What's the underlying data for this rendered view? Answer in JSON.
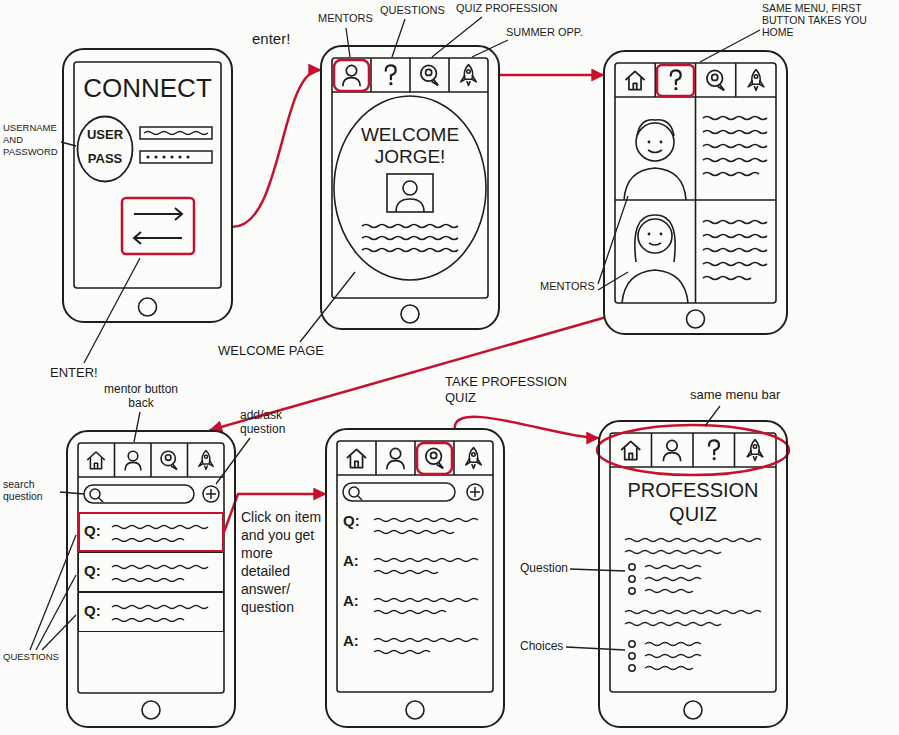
{
  "diagram": {
    "nodes": [
      {
        "text": [
          "CONNECT"
        ]
      },
      {
        "text": [
          "USER",
          "PASS"
        ],
        "in": 0
      },
      {
        "text": [
          "WELCOME JORGE!"
        ]
      },
      {
        "text": []
      },
      {
        "text": []
      },
      {
        "text": [
          "Q:"
        ],
        "in": 4
      },
      {
        "text": [
          "Q:"
        ],
        "in": 4
      },
      {
        "text": [
          "Q:"
        ],
        "in": 4
      },
      {
        "text": [
          "Q:",
          "A:",
          "A:",
          "A:"
        ]
      },
      {
        "text": [
          "PROFESSION QUIZ"
        ]
      }
    ],
    "edges": [
      {
        "from": 0,
        "to": 2,
        "arrow": "to",
        "label": "enter!"
      },
      {
        "from": 2,
        "to": 3,
        "arrow": "to"
      },
      {
        "from": 3,
        "to": 4,
        "arrow": "to"
      },
      {
        "from": 5,
        "to": 8,
        "arrow": "to"
      },
      {
        "from": 8,
        "to": 9,
        "arrow": "to"
      }
    ],
    "labels": [
      "MENTORS",
      "QUESTIONS",
      "QUIZ PROFESSION",
      "SUMMER OPP.",
      "SAME MENU, FIRST BUTTON TAKES YOU HOME",
      "USERNAME AND PASSWORD",
      "MENTORS",
      "ENTER!",
      "WELCOME PAGE",
      "mentor button back",
      "TAKE PROFESSION QUIZ",
      "same menu bar",
      "search question",
      "add/ask question",
      "Click on item and you get more detailed answer/ question",
      "Question",
      "Choices",
      "QUESTIONS"
    ]
  }
}
